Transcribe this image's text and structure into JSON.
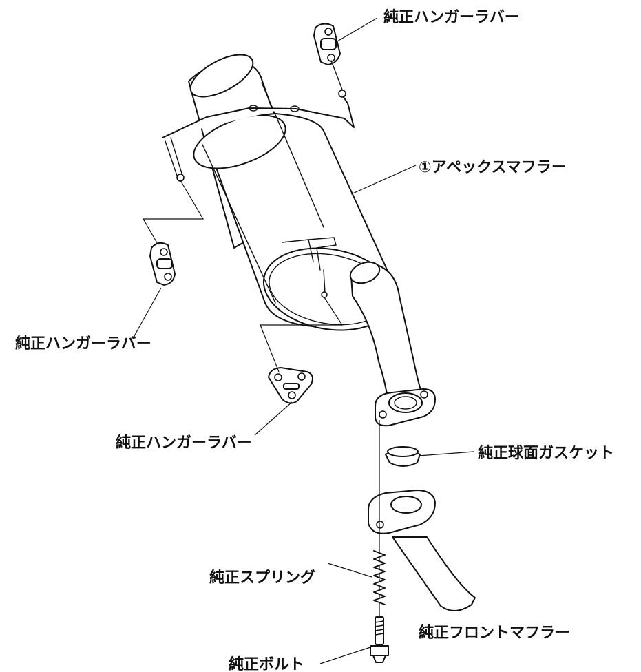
{
  "labels": {
    "hanger_top": "純正ハンガーラバー",
    "muffler": "①アペックスマフラー",
    "hanger_left": "純正ハンガーラバー",
    "hanger_center": "純正ハンガーラバー",
    "gasket": "純正球面ガスケット",
    "spring": "純正スプリング",
    "front_muffler": "純正フロントマフラー",
    "bolt": "純正ボルト"
  },
  "colors": {
    "line": "#111111",
    "background": "#ffffff"
  }
}
